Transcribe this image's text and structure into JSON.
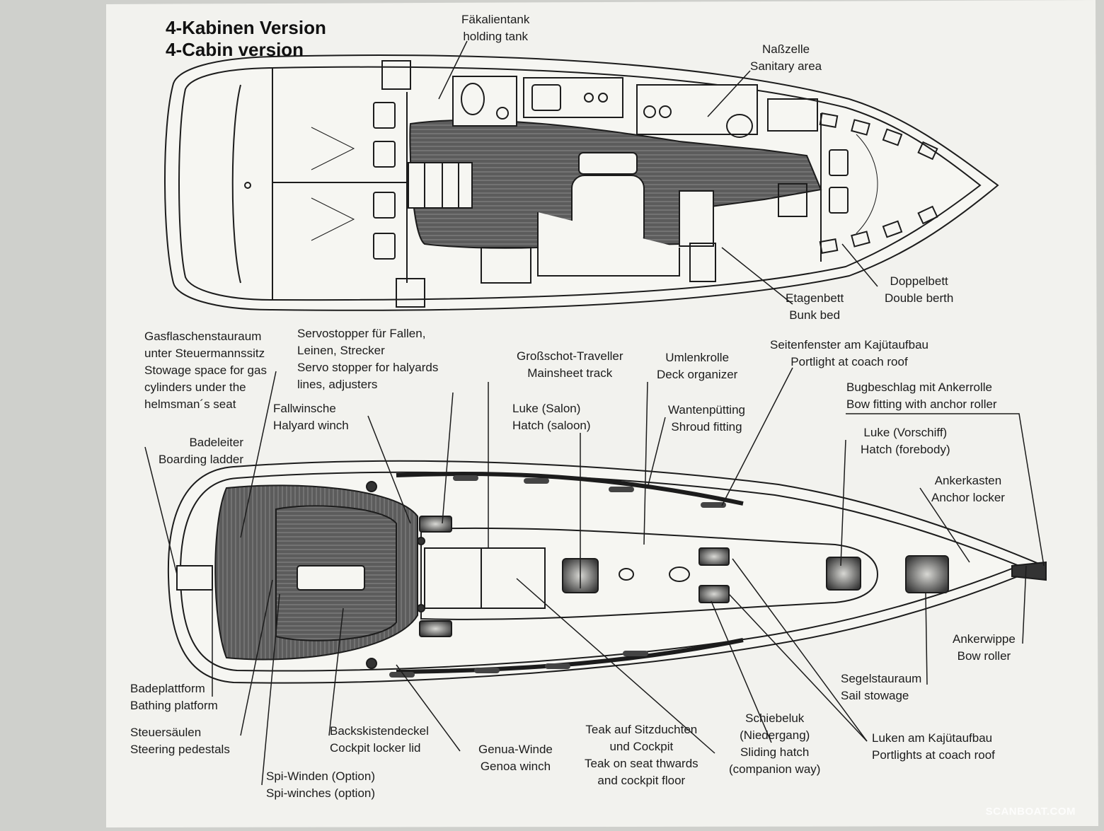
{
  "title": {
    "line1": "4-Kabinen Version",
    "line2": "4-Cabin version"
  },
  "plan_labels": {
    "holding_tank": {
      "de": "Fäkalientank",
      "en": "holding tank"
    },
    "sanitary": {
      "de": "Naßzelle",
      "en": "Sanitary area"
    },
    "double_berth": {
      "de": "Doppelbett",
      "en": "Double berth"
    },
    "bunk_bed": {
      "de": "Etagenbett",
      "en": "Bunk bed"
    }
  },
  "deck_labels": {
    "gas_stowage": {
      "de1": "Gasflaschenstauraum",
      "de2": "unter Steuermannssitz",
      "en1": "Stowage space for gas",
      "en2": "cylinders under the",
      "en3": "helmsman´s seat"
    },
    "servo_stopper": {
      "de1": "Servostopper für Fallen,",
      "de2": "Leinen, Strecker",
      "en1": "Servo stopper for halyards",
      "en2": "lines, adjusters"
    },
    "mainsheet": {
      "de": "Großschot-Traveller",
      "en": "Mainsheet track"
    },
    "deck_organizer": {
      "de": "Umlenkrolle",
      "en": "Deck organizer"
    },
    "portlight_roof": {
      "de": "Seitenfenster am Kajütaufbau",
      "en": "Portlight at coach roof"
    },
    "bow_fitting": {
      "de": "Bugbeschlag mit Ankerrolle",
      "en": "Bow fitting with anchor roller"
    },
    "halyard_winch": {
      "de": "Fallwinsche",
      "en": "Halyard winch"
    },
    "hatch_saloon": {
      "de": "Luke (Salon)",
      "en": "Hatch (saloon)"
    },
    "shroud_fitting": {
      "de": "Wantenpütting",
      "en": "Shroud fitting"
    },
    "hatch_forebody": {
      "de": "Luke (Vorschiff)",
      "en": "Hatch (forebody)"
    },
    "boarding_ladder": {
      "de": "Badeleiter",
      "en": "Boarding ladder"
    },
    "anchor_locker": {
      "de": "Ankerkasten",
      "en": "Anchor locker"
    },
    "bow_roller": {
      "de": "Ankerwippe",
      "en": "Bow roller"
    },
    "sail_stowage": {
      "de": "Segelstauraum",
      "en": "Sail stowage"
    },
    "bathing_platform": {
      "de": "Badeplattform",
      "en": "Bathing platform"
    },
    "steering_pedestals": {
      "de": "Steuersäulen",
      "en": "Steering pedestals"
    },
    "cockpit_locker": {
      "de": "Backskistendeckel",
      "en": "Cockpit locker lid"
    },
    "genoa_winch": {
      "de": "Genua-Winde",
      "en": "Genoa winch"
    },
    "teak": {
      "de1": "Teak auf Sitzduchten",
      "de2": "und Cockpit",
      "en1": "Teak on seat thwards",
      "en2": "and cockpit floor"
    },
    "sliding_hatch": {
      "de1": "Schiebeluk",
      "de2": "(Niedergang)",
      "en1": "Sliding hatch",
      "en2": "(companion way)"
    },
    "portlights_roof": {
      "de": "Luken am Kajütaufbau",
      "en": "Portlights at coach roof"
    },
    "spi_winches": {
      "de": "Spi-Winden (Option)",
      "en": "Spi-winches (option)"
    }
  },
  "watermark": "SCANBOAT.COM",
  "colors": {
    "paper": "#f2f2ee",
    "ink": "#1c1c1c",
    "teak": "#5a5a5a",
    "background": "#cfd0cc"
  }
}
